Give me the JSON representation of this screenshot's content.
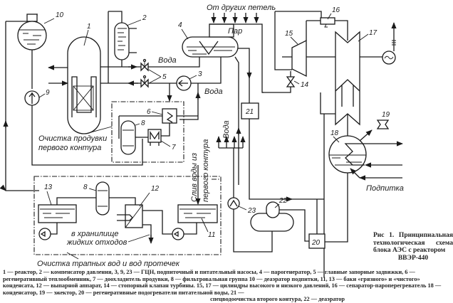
{
  "figure": {
    "caption_lines": [
      "Рис 1. Принципиальная",
      "технологическая схема",
      "блока АЭС с реактором",
      "ВВЭР-440"
    ],
    "legend_text": "1 — реактор, 2 — компенсатор давления, 3, 9, 23 — ГЦН, подпиточный и питательный насосы, 4 — парогенератор, 5 — главные запорные задвижки, 6 — регенеративный теплообменник, 7 — доохладитель продувки, 8 — фильтровальная группа 10 — деаэратор подпитки, 11, 13 — баки «грязного» и «чистого» конденсата, 12 — выпарной аппарат, 14 — стопорный клапан турбины. 15, 17 — цилиндры высокого и низкого давлений, 16 — сепаратор-пароперегреватель 18 — конденсатор, 19 — эжектор, 20 — регенеративные подогреватели питательной воды, 21 —",
    "legend_tail": "спецводоочистка второго контура, 22 — деаэратор"
  },
  "labels": {
    "from_other_loops": "От других петель",
    "steam": "Пар",
    "water_1": "Вода",
    "water_2": "Вода",
    "water_3": "Вода",
    "primary_blowdown_cleanup_1": "Очистка продувки",
    "primary_blowdown_cleanup_2": "первого контура",
    "drain_primary_1": "Слив воды из",
    "drain_primary_2": "первого контура",
    "to_liquid_waste_1": "в хранилище",
    "to_liquid_waste_2": "жидких отходов",
    "trap_leak_cleanup": "Очистка трапных вод и вод протечек",
    "makeup": "Подпитка"
  },
  "components": [
    {
      "id": "1",
      "name": "реактор"
    },
    {
      "id": "2",
      "name": "компенсатор давления"
    },
    {
      "id": "3",
      "name": "ГЦН"
    },
    {
      "id": "4",
      "name": "парогенератор"
    },
    {
      "id": "5",
      "name": "главные запорные задвижки"
    },
    {
      "id": "6",
      "name": "регенеративный теплообменник"
    },
    {
      "id": "7",
      "name": "доохладитель продувки"
    },
    {
      "id": "8",
      "name": "фильтровальная группа"
    },
    {
      "id": "9",
      "name": "подпиточный насос"
    },
    {
      "id": "10",
      "name": "деаэратор подпитки"
    },
    {
      "id": "11",
      "name": "бак «грязного» конденсата"
    },
    {
      "id": "12",
      "name": "выпарной аппарат"
    },
    {
      "id": "13",
      "name": "бак «чистого» конденсата"
    },
    {
      "id": "14",
      "name": "стопорный клапан турбины"
    },
    {
      "id": "15",
      "name": "цилиндр высокого давления"
    },
    {
      "id": "16",
      "name": "сепаратор-пароперегреватель"
    },
    {
      "id": "17",
      "name": "цилиндр низкого давления"
    },
    {
      "id": "18",
      "name": "конденсатор"
    },
    {
      "id": "19",
      "name": "эжектор"
    },
    {
      "id": "20",
      "name": "регенеративные подогреватели питательной воды"
    },
    {
      "id": "21",
      "name": "спецводоочистка второго контура"
    },
    {
      "id": "22",
      "name": "деаэратор"
    },
    {
      "id": "23",
      "name": "питательный насос"
    }
  ],
  "numbers": {
    "n1": "1",
    "n2": "2",
    "n3": "3",
    "n4": "4",
    "n5": "5",
    "n6": "6",
    "n7": "7",
    "n8a": "8",
    "n8b": "8",
    "n9": "9",
    "n10": "10",
    "n11": "11",
    "n12": "12",
    "n13": "13",
    "n14": "14",
    "n15": "15",
    "n16": "16",
    "n17": "17",
    "n18": "18",
    "n19": "19",
    "n20": "20",
    "n21": "21",
    "n22": "22",
    "n23": "23"
  }
}
